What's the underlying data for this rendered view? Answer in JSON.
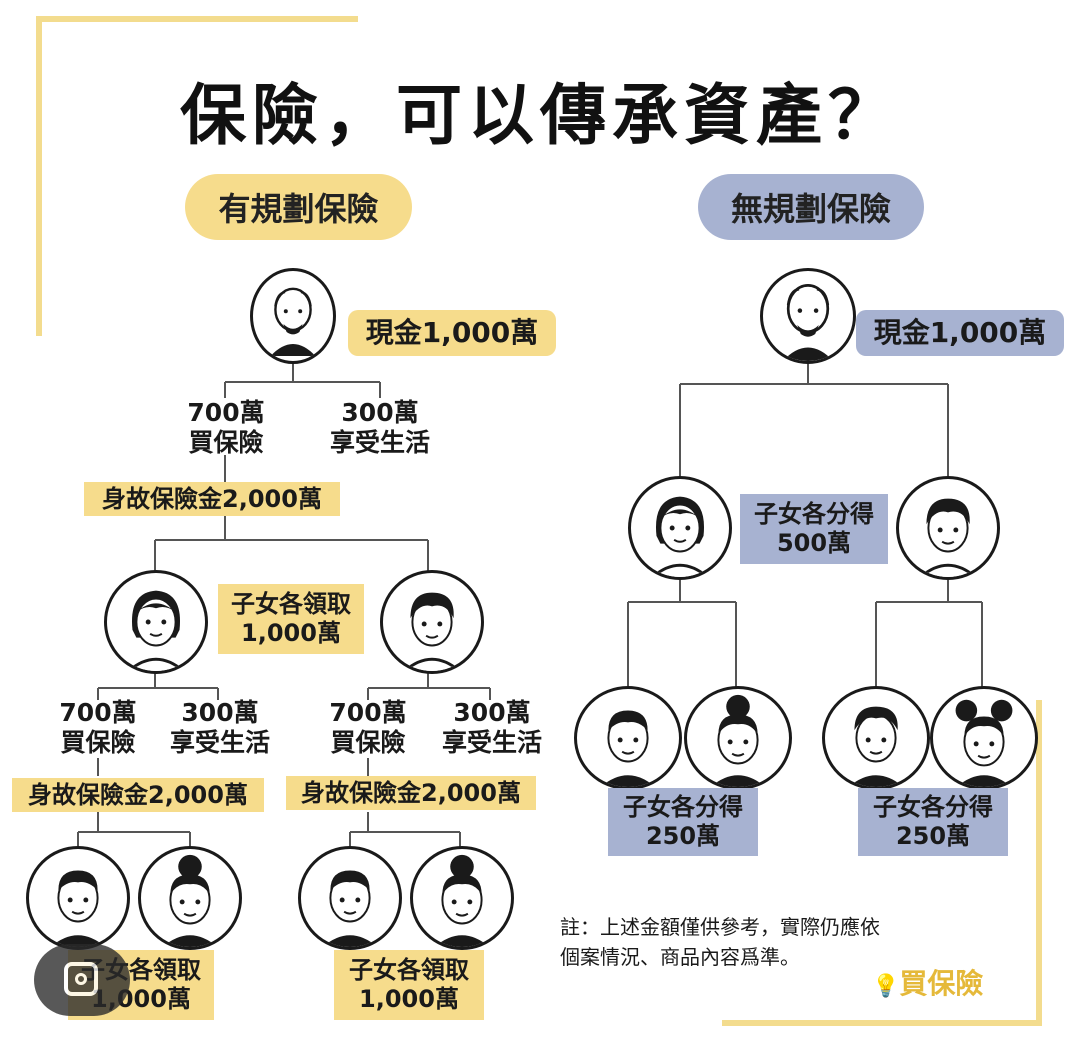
{
  "title": "保險，可以傳承資產？",
  "left": {
    "header": "有規劃保險",
    "cash": "現金1,000萬",
    "split_buy": [
      "700萬",
      "買保險"
    ],
    "split_enjoy": [
      "300萬",
      "享受生活"
    ],
    "death_benefit": "身故保險金2,000萬",
    "children_receive": [
      "子女各領取",
      "1,000萬"
    ],
    "child_a": {
      "split_buy": [
        "700萬",
        "買保險"
      ],
      "split_enjoy": [
        "300萬",
        "享受生活"
      ],
      "death_benefit": "身故保險金2,000萬",
      "grandchildren_receive": [
        "子女各領取",
        "1,000萬"
      ]
    },
    "child_b": {
      "split_buy": [
        "700萬",
        "買保險"
      ],
      "split_enjoy": [
        "300萬",
        "享受生活"
      ],
      "death_benefit": "身故保險金2,000萬",
      "grandchildren_receive": [
        "子女各領取",
        "1,000萬"
      ]
    }
  },
  "right": {
    "header": "無規劃保險",
    "cash": "現金1,000萬",
    "children_share": [
      "子女各分得",
      "500萬"
    ],
    "grandchildren_a_share": [
      "子女各分得",
      "250萬"
    ],
    "grandchildren_b_share": [
      "子女各分得",
      "250萬"
    ]
  },
  "note": [
    "註：上述金額僅供參考，實際仍應依",
    "個案情況、商品內容爲準。"
  ],
  "brand": "買保險",
  "colors": {
    "yellow": "#f6dc8c",
    "blue": "#a7b2d1",
    "deco": "#f3dc8e"
  }
}
